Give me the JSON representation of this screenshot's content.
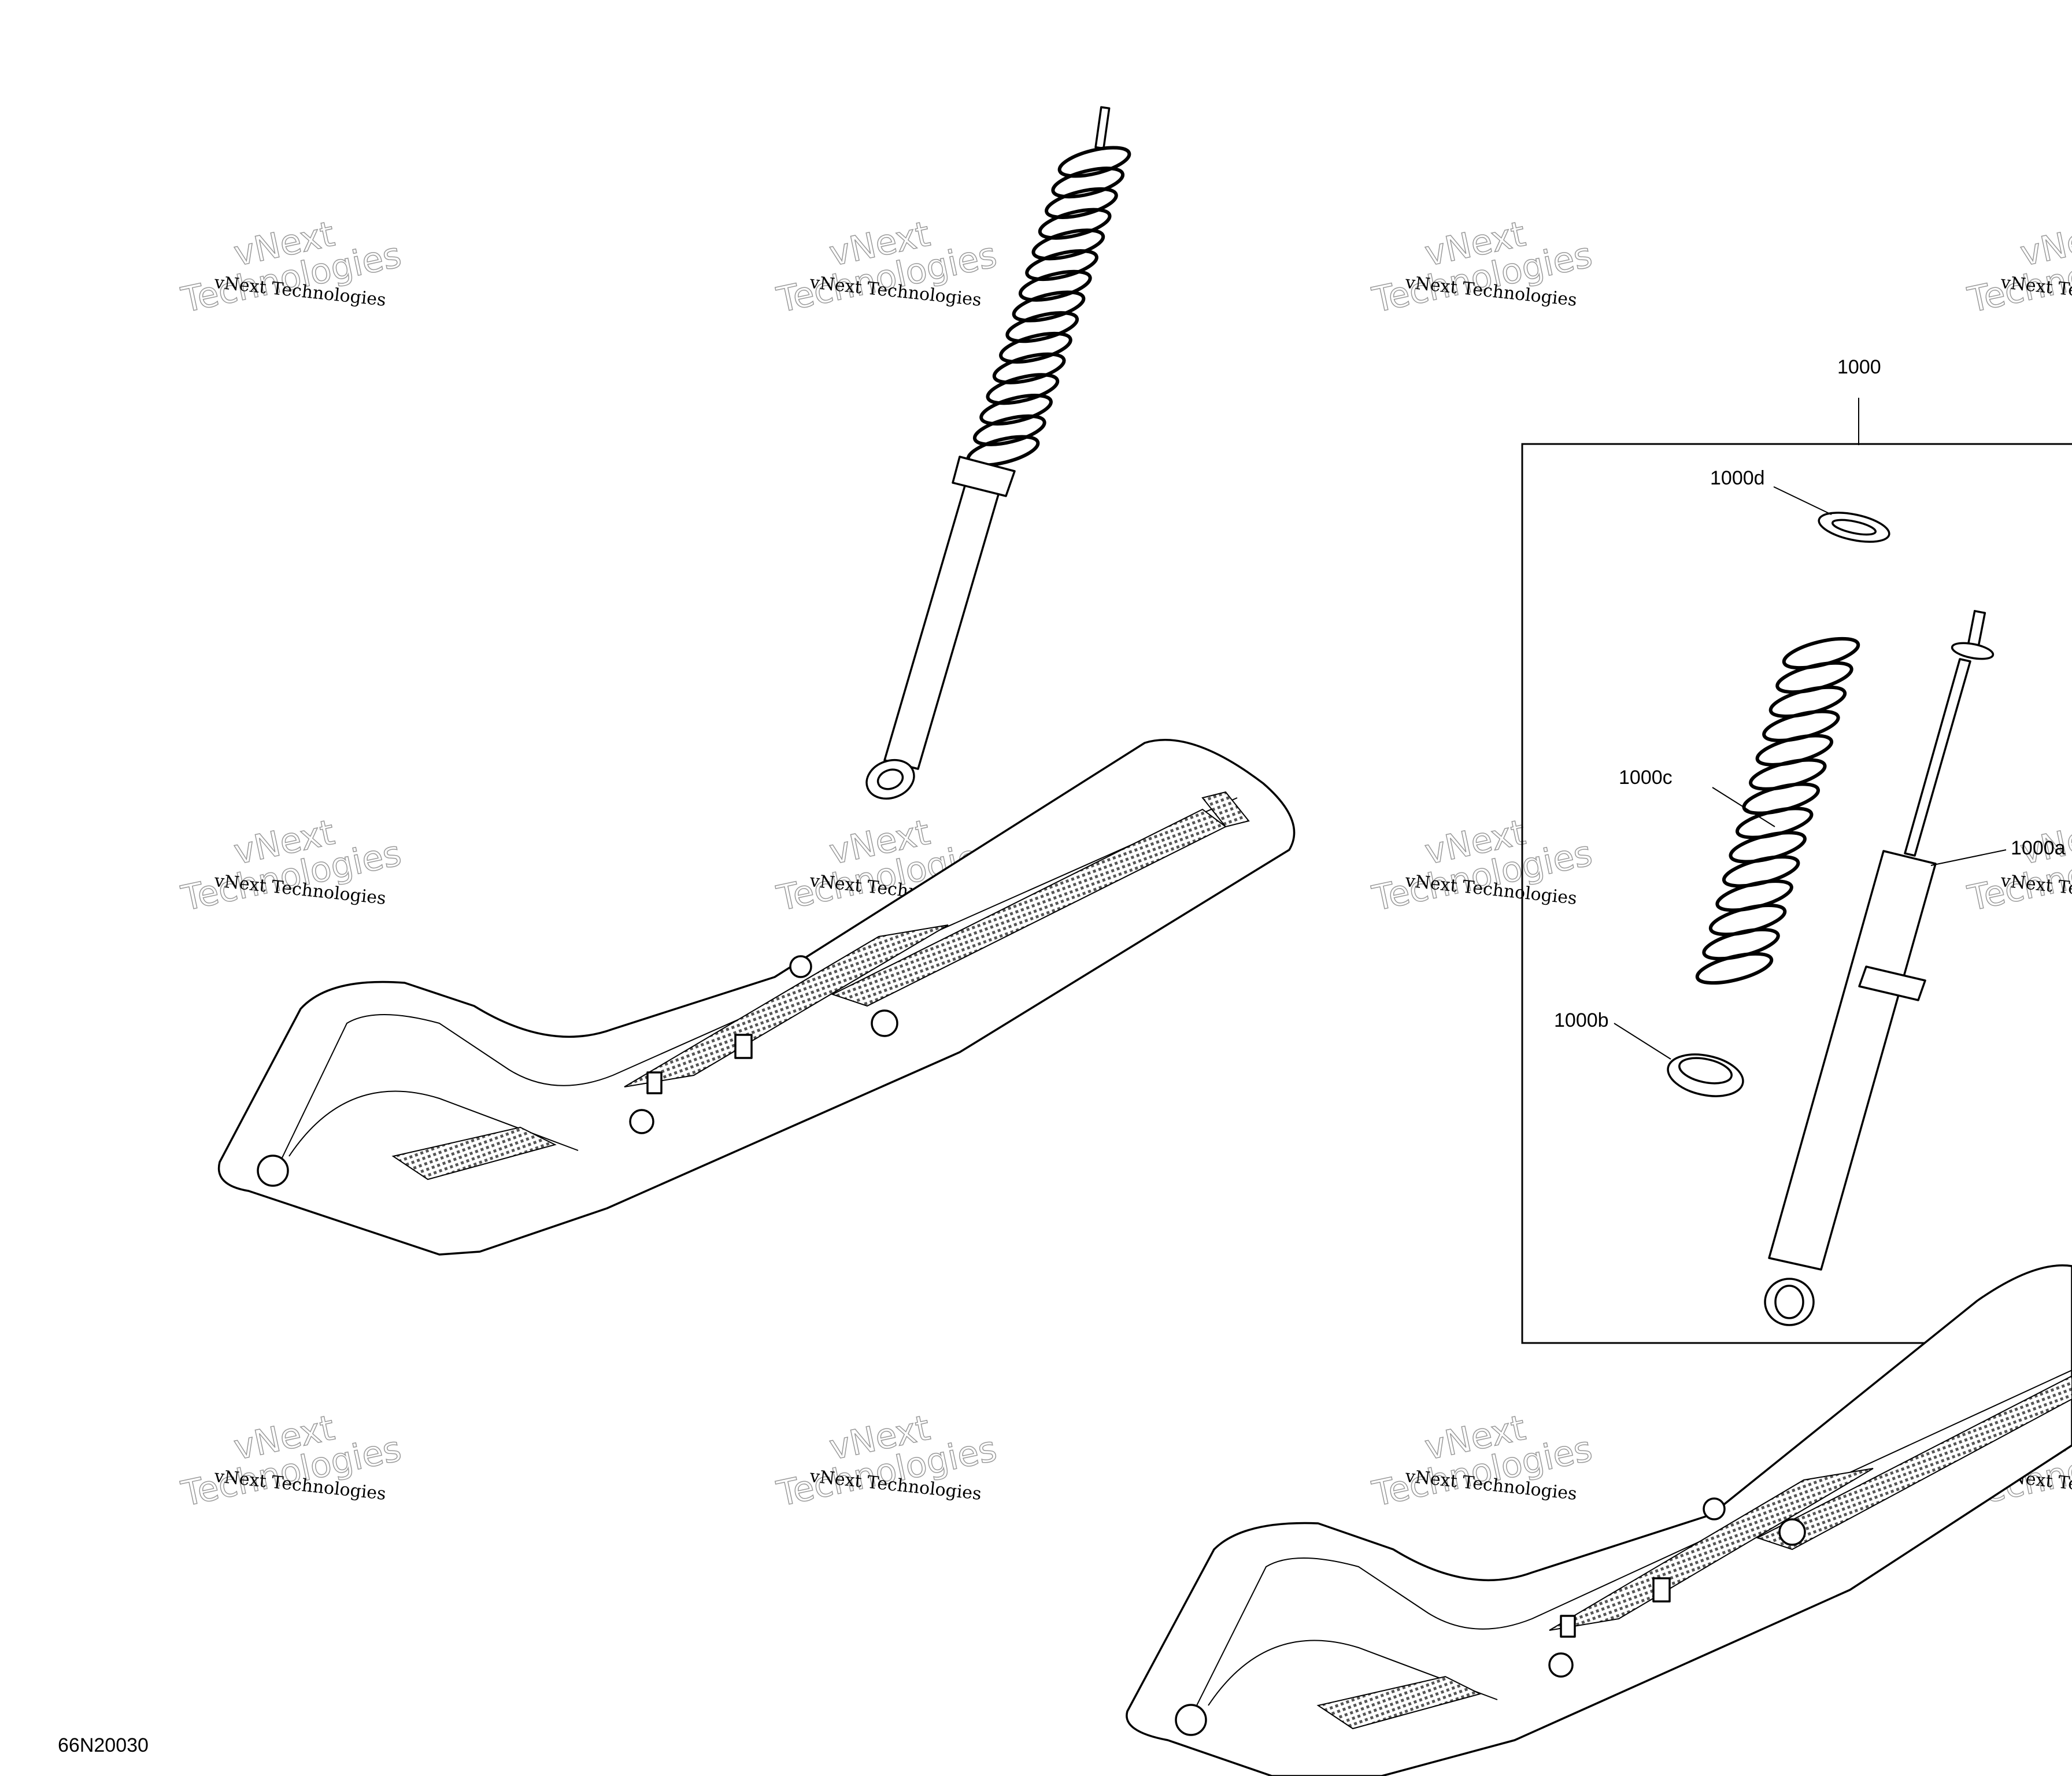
{
  "diagram": {
    "reference_code": "66N20030",
    "callouts": {
      "kit": "1000",
      "shock_body": "1000a",
      "seat": "1000b",
      "spring": "1000c",
      "clip": "1000d"
    },
    "watermark": {
      "line1": "vNext Technologies",
      "line2": "vNext",
      "line3": "Technologies"
    }
  }
}
